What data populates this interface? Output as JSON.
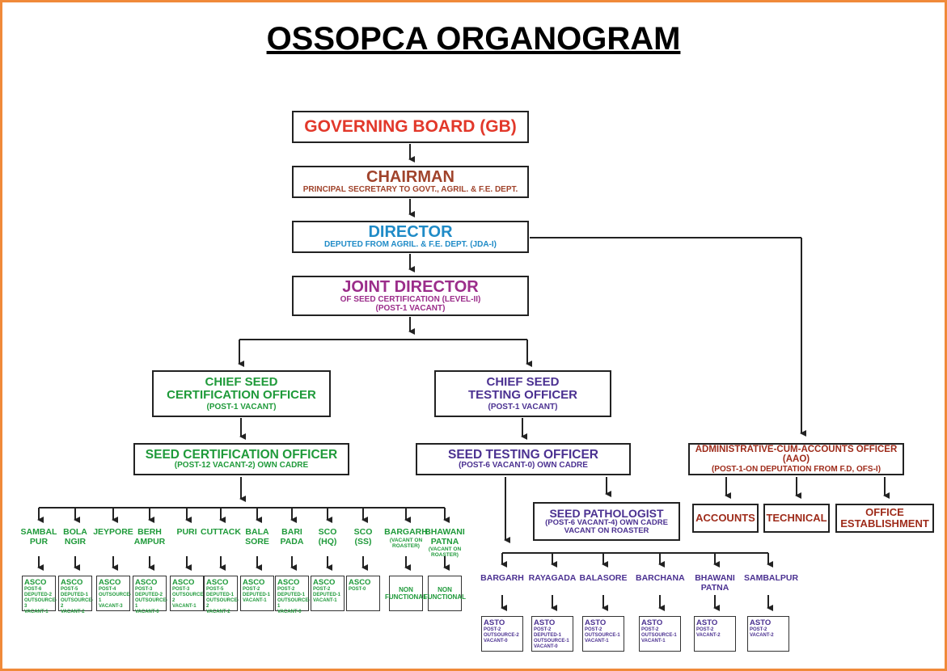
{
  "title": "OSSOPCA ORGANOGRAM",
  "colors": {
    "frame": "#f08a3a",
    "gb": "#e2382a",
    "chairman": "#a0432b",
    "director": "#1f8bc7",
    "joint_director": "#9b2d8a",
    "certification": "#1f9a3a",
    "testing": "#4b3191",
    "admin": "#9e2b1a"
  },
  "governing_board": {
    "title": "GOVERNING BOARD (GB)"
  },
  "chairman": {
    "title": "CHAIRMAN",
    "sub": "PRINCIPAL SECRETARY TO GOVT., AGRIL. & F.E. DEPT."
  },
  "director": {
    "title": "DIRECTOR",
    "sub": "DEPUTED FROM AGRIL. & F.E. DEPT. (JDA-I)"
  },
  "joint_director": {
    "title": "JOINT DIRECTOR",
    "sub1": "OF SEED CERTIFICATION (LEVEL-II)",
    "sub2": "(POST-1 VACANT)"
  },
  "csco": {
    "line1": "CHIEF SEED",
    "line2": "CERTIFICATION OFFICER",
    "sub": "(POST-1 VACANT)"
  },
  "csto": {
    "line1": "CHIEF SEED",
    "line2": "TESTING OFFICER",
    "sub": "(POST-1 VACANT)"
  },
  "sco": {
    "title": "SEED CERTIFICATION OFFICER",
    "sub": "(POST-12 VACANT-2) OWN CADRE"
  },
  "sto": {
    "title": "SEED TESTING OFFICER",
    "sub": "(POST-6 VACANT-0) OWN CADRE"
  },
  "pathologist": {
    "title": "SEED PATHOLOGIST",
    "sub1": "(POST-6 VACANT-4) OWN CADRE",
    "sub2": "VACANT ON ROASTER"
  },
  "aao": {
    "title": "ADMINISTRATIVE-CUM-ACCOUNTS OFFICER (AAO)",
    "sub": "(POST-1-ON DEPUTATION FROM F.D, OFS-I)"
  },
  "aao_units": [
    {
      "label": "ACCOUNTS"
    },
    {
      "label": "TECHNICAL"
    },
    {
      "label": "OFFICE ESTABLISHMENT"
    }
  ],
  "sco_units": [
    {
      "l1": "SAMBAL",
      "l2": "PUR",
      "note": "",
      "box": {
        "head": "ASCO",
        "lines": [
          "POST-6",
          "DEPUTED-2",
          "OUTSOURCE-3",
          "VACANT-1"
        ]
      }
    },
    {
      "l1": "BOLA",
      "l2": "NGIR",
      "note": "",
      "box": {
        "head": "ASCO",
        "lines": [
          "POST-5",
          "DEPUTED-1",
          "OUTSOURCE-2",
          "VACANT-2"
        ]
      }
    },
    {
      "l1": "JEYPORE",
      "l2": "",
      "note": "",
      "box": {
        "head": "ASCO",
        "lines": [
          "POST-4",
          "OUTSOURCE-1",
          "VACANT-3"
        ]
      }
    },
    {
      "l1": "BERH",
      "l2": "AMPUR",
      "note": "",
      "box": {
        "head": "ASCO",
        "lines": [
          "POST-3",
          "DEPUTED-2",
          "OUTSOURCE-1",
          "VACANT-0"
        ]
      }
    },
    {
      "l1": "PURI",
      "l2": "",
      "note": "",
      "box": {
        "head": "ASCO",
        "lines": [
          "POST-3",
          "OUTSOURCE-2",
          "VACANT-1"
        ]
      }
    },
    {
      "l1": "CUTTACK",
      "l2": "",
      "note": "",
      "box": {
        "head": "ASCO",
        "lines": [
          "POST-5",
          "DEPUTED-1",
          "OUTSOURCE-2",
          "VACANT-2"
        ]
      }
    },
    {
      "l1": "BALA",
      "l2": "SORE",
      "note": "",
      "box": {
        "head": "ASCO",
        "lines": [
          "POST-2",
          "DEPUTED-1",
          "VACANT-1"
        ]
      }
    },
    {
      "l1": "BARI",
      "l2": "PADA",
      "note": "",
      "box": {
        "head": "ASCO",
        "lines": [
          "POST-2",
          "DEPUTED-1",
          "OUTSOURCE-1",
          "VACANT-0"
        ]
      }
    },
    {
      "l1": "SCO",
      "l2": "(HQ)",
      "note": "",
      "box": {
        "head": "ASCO",
        "lines": [
          "POST-2",
          "DEPUTED-1",
          "VACANT-1"
        ]
      }
    },
    {
      "l1": "SCO",
      "l2": "(SS)",
      "note": "",
      "box": {
        "head": "ASCO",
        "lines": [
          "POST-0"
        ]
      }
    },
    {
      "l1": "BARGARH",
      "l2": "",
      "note": "(VACANT ON ROASTER)",
      "box": {
        "head": "",
        "lines": [
          "NON",
          "FUNCTIONAL"
        ]
      }
    },
    {
      "l1": "BHAWANI",
      "l2": "PATNA",
      "note": "(VACANT ON ROASTER)",
      "box": {
        "head": "",
        "lines": [
          "NON",
          "FUNCTIONAL"
        ]
      }
    }
  ],
  "sto_units": [
    {
      "l1": "BARGARH",
      "l2": "",
      "box": {
        "head": "ASTO",
        "lines": [
          "POST-2",
          "OUTSOURCE-2",
          "VACANT-0"
        ]
      }
    },
    {
      "l1": "RAYAGADA",
      "l2": "",
      "box": {
        "head": "ASTO",
        "lines": [
          "POST-2",
          "DEPUTED-1",
          "OUTSOURCE-1",
          "VACANT-0"
        ]
      }
    },
    {
      "l1": "BALASORE",
      "l2": "",
      "box": {
        "head": "ASTO",
        "lines": [
          "POST-2",
          "OUTSOURCE-1",
          "VACANT-1"
        ]
      }
    },
    {
      "l1": "BARCHANA",
      "l2": "",
      "box": {
        "head": "ASTO",
        "lines": [
          "POST-2",
          "OUTSOURCE-1",
          "VACANT-1"
        ]
      }
    },
    {
      "l1": "BHAWANI",
      "l2": "PATNA",
      "box": {
        "head": "ASTO",
        "lines": [
          "POST-2",
          "VACANT-2"
        ]
      }
    },
    {
      "l1": "SAMBALPUR",
      "l2": "",
      "box": {
        "head": "ASTO",
        "lines": [
          "POST-2",
          "VACANT-2"
        ]
      }
    }
  ]
}
